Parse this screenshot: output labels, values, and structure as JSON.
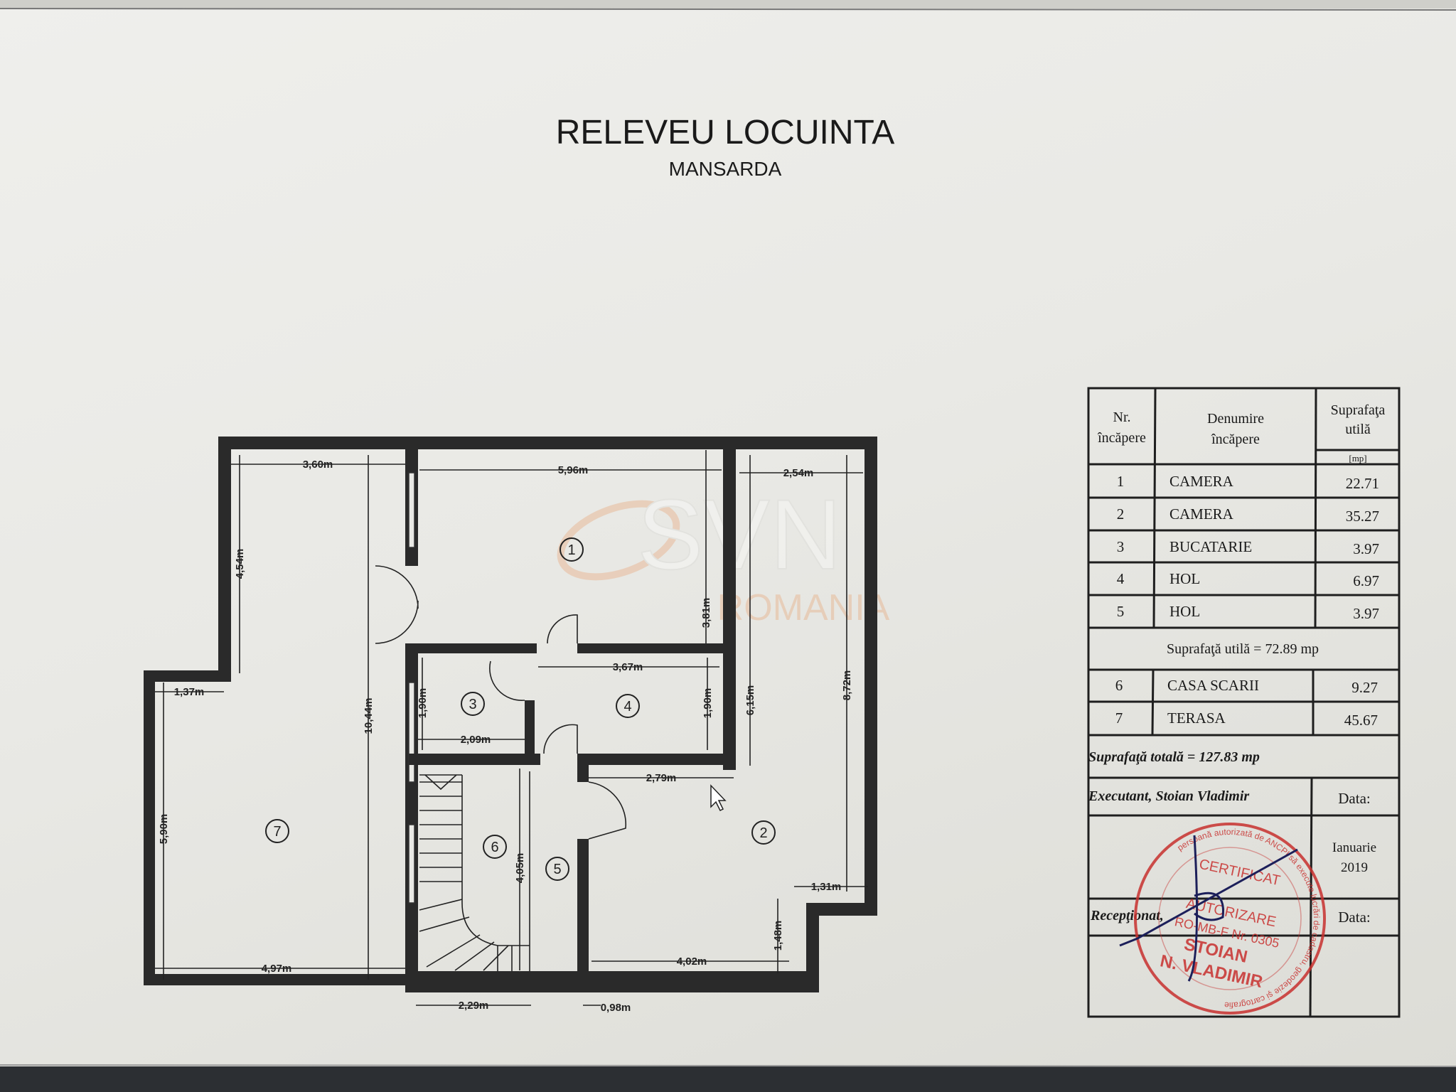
{
  "title": "RELEVEU LOCUINTA",
  "subtitle": "MANSARDA",
  "watermark": {
    "logo_text": "SVN",
    "sub_text": "ROMANIA",
    "color": "#e8a070"
  },
  "plan": {
    "rooms": [
      "1",
      "2",
      "3",
      "4",
      "5",
      "6",
      "7"
    ],
    "dimensions": {
      "d360": "3,60m",
      "d596": "5,96m",
      "d254": "2,54m",
      "d454": "4,54m",
      "d137": "1,37m",
      "d1044": "10,44m",
      "d590": "5,90m",
      "d497": "4,97m",
      "d381": "3,81m",
      "d615": "6,15m",
      "d872": "8,72m",
      "d367": "3,67m",
      "d190a": "1,90m",
      "d190b": "1,90m",
      "d209": "2,09m",
      "d279": "2,79m",
      "d405": "4,05m",
      "d131": "1,31m",
      "d148": "1,48m",
      "d402": "4,02m",
      "d229": "2,29m",
      "d098": "0,98m"
    }
  },
  "table": {
    "headers": {
      "nr": "Nr.",
      "nr2": "încăpere",
      "name": "Denumire",
      "name2": "încăpere",
      "area": "Suprafaţa",
      "area2": "utilă",
      "unit": "[mp]"
    },
    "rows": [
      {
        "nr": "1",
        "name": "CAMERA",
        "area": "22.71"
      },
      {
        "nr": "2",
        "name": "CAMERA",
        "area": "35.27"
      },
      {
        "nr": "3",
        "name": "BUCATARIE",
        "area": "3.97"
      },
      {
        "nr": "4",
        "name": "HOL",
        "area": "6.97"
      },
      {
        "nr": "5",
        "name": "HOL",
        "area": "3.97"
      }
    ],
    "subtotal": "Suprafaţă utilă = 72.89 mp",
    "rows2": [
      {
        "nr": "6",
        "name": "CASA SCARII",
        "area": "9.27"
      },
      {
        "nr": "7",
        "name": "TERASA",
        "area": "45.67"
      }
    ],
    "total": "Suprafaţă totală = 127.83 mp",
    "executant": "Executant, Stoian Vladimir",
    "data_label": "Data:",
    "date_month": "Ianuarie",
    "date_year": "2019",
    "receptionat": "Recepţionat,",
    "data_label2": "Data:",
    "stamp": {
      "line1": "CERTIFICAT",
      "line2": "AUTORIZARE",
      "line3": "RO-MB-F Nr. 0305",
      "line4": "STOIAN",
      "line5": "N. VLADIMIR",
      "ring": "persoană autorizată de ANCPI să execute lucrări de cadastru, geodezie şi cartografie",
      "color": "#c8312f"
    }
  }
}
